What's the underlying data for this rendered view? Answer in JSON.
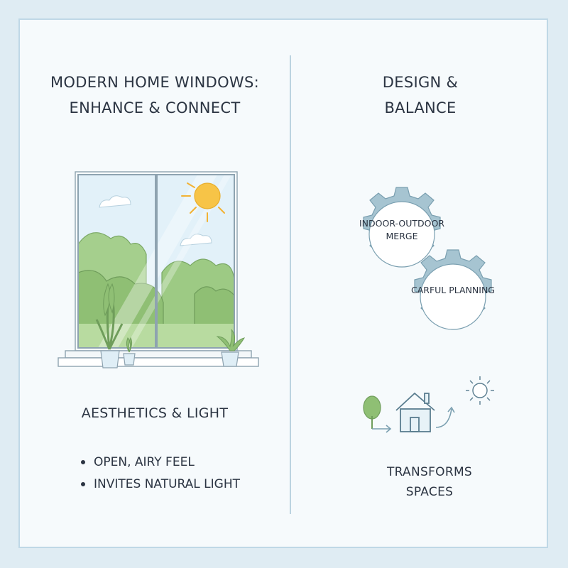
{
  "left_panel": {
    "title_line1": "MODERN HOME WINDOWS:",
    "title_line2": "ENHANCE & CONNECT",
    "subheading": "AESTHETICS & LIGHT",
    "bullets": [
      "OPEN, AIRY FEEL",
      "INVITES NATURAL LIGHT"
    ]
  },
  "right_panel": {
    "title_line1": "DESIGN &",
    "title_line2": "BALANCE",
    "gear_top_line1": "INDOOR-OUTDOOR",
    "gear_top_line2": "MERGE",
    "gear_bottom": "CARFUL PLANNING",
    "caption_line1": "TRANSFORMS",
    "caption_line2": "SPACES"
  },
  "colors": {
    "background": "#dfecf3",
    "panel": "#f6fafc",
    "gear": "#a6c4d1",
    "foliage": "#8fbf74",
    "sun": "#f7c447",
    "text": "#2b3442"
  },
  "icons": [
    "window-illustration",
    "gear-icon",
    "house-icon",
    "tree-icon",
    "sun-icon",
    "arrow-icon",
    "plant-pot-icon"
  ]
}
